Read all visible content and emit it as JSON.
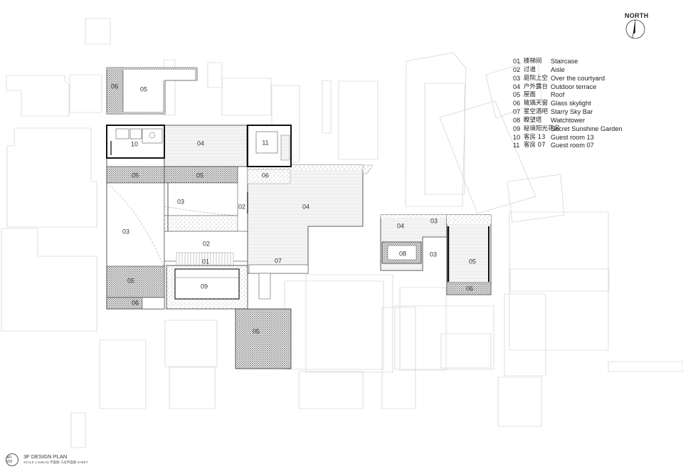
{
  "north": {
    "label": "NORTH"
  },
  "legend": [
    {
      "num": "01",
      "zh": "楼梯间",
      "en": "Staircase"
    },
    {
      "num": "02",
      "zh": "过道",
      "en": "Aisle"
    },
    {
      "num": "03",
      "zh": "庭院上空",
      "en": "Over the courtyard"
    },
    {
      "num": "04",
      "zh": "户外露台",
      "en": "Outdoor terrace"
    },
    {
      "num": "05",
      "zh": "屋面",
      "en": "Roof"
    },
    {
      "num": "06",
      "zh": "玻璃天窗",
      "en": "Glass skylight"
    },
    {
      "num": "07",
      "zh": "星空酒吧",
      "en": "Starry Sky Bar"
    },
    {
      "num": "08",
      "zh": "瞭望塔",
      "en": "Watchtower"
    },
    {
      "num": "09",
      "zh": "秘境阳光花房",
      "en": "Secret Sunshine Garden"
    },
    {
      "num": "10",
      "zh": "客房 13",
      "en": "Guest room 13"
    },
    {
      "num": "11",
      "zh": "客房 07",
      "en": "Guest room 07"
    }
  ],
  "plan_labels": {
    "l06a": "06",
    "l05a": "05",
    "l10": "10",
    "l04a": "04",
    "l11": "11",
    "l05b": "05",
    "l05c": "05",
    "l06b": "06",
    "l03a": "03",
    "l02a": "02",
    "l04b": "04",
    "l03b": "03",
    "l02b": "02",
    "l01": "01",
    "l07": "07",
    "l05d": "05",
    "l09": "09",
    "l06c": "06",
    "l05e": "05",
    "l04c": "04",
    "l03c": "03",
    "l08": "08",
    "l03d": "03",
    "l05f": "05",
    "l06d": "06"
  },
  "title": {
    "code": "AP-202",
    "name": "3F DESIGN PLAN",
    "scale": "SCALE 1:100(A3) 平面图 三层平面图 SHEET"
  }
}
